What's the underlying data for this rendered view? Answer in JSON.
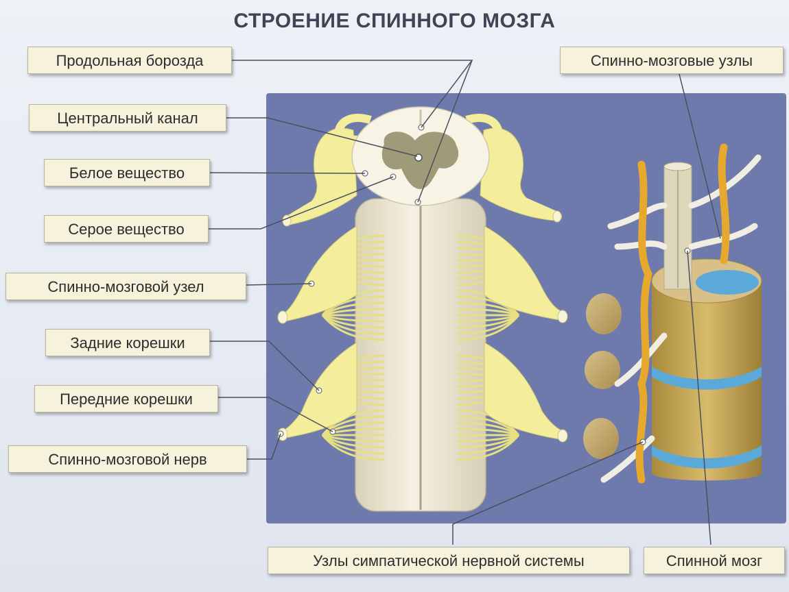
{
  "title": "СТРОЕНИЕ СПИННОГО МОЗГА",
  "labels": {
    "longitudinal_groove": "Продольная борозда",
    "central_canal": "Центральный канал",
    "white_matter": "Белое вещество",
    "gray_matter": "Серое вещество",
    "spinal_ganglion": "Спинно-мозговой узел",
    "dorsal_roots": "Задние корешки",
    "ventral_roots": "Передние корешки",
    "spinal_nerve": "Спинно-мозговой нерв",
    "spinal_ganglia": "Спинно-мозговые узлы",
    "sympathetic_nodes": "Узлы симпатической нервной системы",
    "spinal_cord": "Спинной мозг"
  },
  "colors": {
    "panel": "#6e7aac",
    "nerve": "#f4ee9c",
    "cord": "#efe9d6",
    "gray_matter": "#9f9a78",
    "vertebra": "#c9a85a",
    "disc": "#5aa9d8",
    "sympathetic": "#e6a92e",
    "label_bg": "#f7f2dc"
  }
}
